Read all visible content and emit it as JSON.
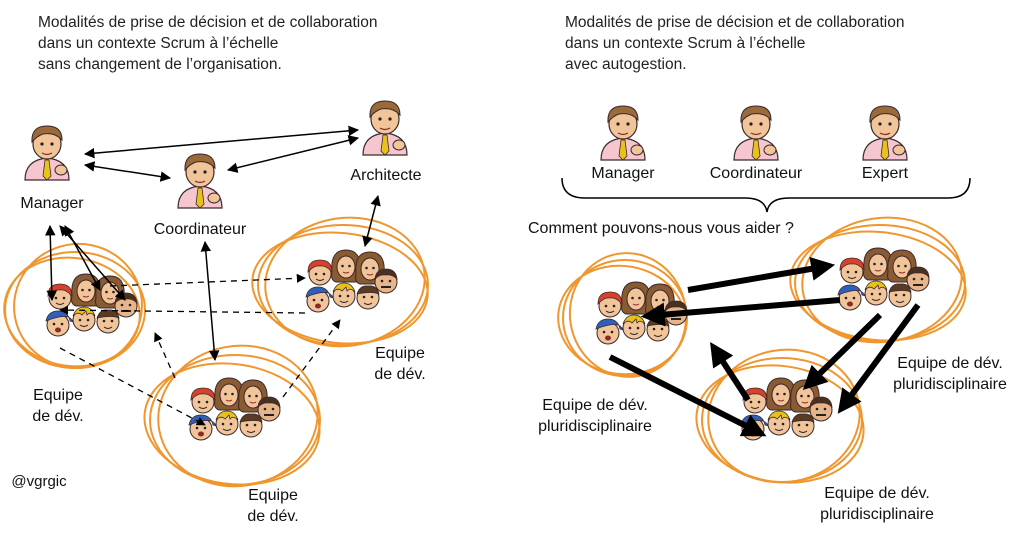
{
  "left_panel": {
    "title_lines": [
      "Modalités de prise de décision et de collaboration",
      "dans un contexte Scrum à l’échelle",
      "sans changement de l’organisation."
    ],
    "roles": [
      "Manager",
      "Coordinateur",
      "Architecte"
    ],
    "teams": [
      {
        "line1": "Equipe",
        "line2": "de dév."
      },
      {
        "line1": "Equipe",
        "line2": "de dév."
      },
      {
        "line1": "Equipe",
        "line2": "de dév."
      }
    ],
    "credit": "@vgrgic"
  },
  "right_panel": {
    "title_lines": [
      "Modalités de prise de décision et de collaboration",
      "dans un contexte Scrum à l’échelle",
      "avec autogestion."
    ],
    "roles": [
      "Manager",
      "Coordinateur",
      "Expert"
    ],
    "question": "Comment pouvons-nous vous aider ?",
    "teams": [
      {
        "line1": "Equipe de dév.",
        "line2": "pluridisciplinaire"
      },
      {
        "line1": "Equipe de dév.",
        "line2": "pluridisciplinaire"
      },
      {
        "line1": "Equipe de dév.",
        "line2": "pluridisciplinaire"
      }
    ]
  },
  "colors": {
    "team_ring": "#f0962e",
    "arrow": "#000000",
    "skin": "#f2c49a",
    "shirt": "#f5c6d0",
    "hair": "#9a6a3a"
  }
}
